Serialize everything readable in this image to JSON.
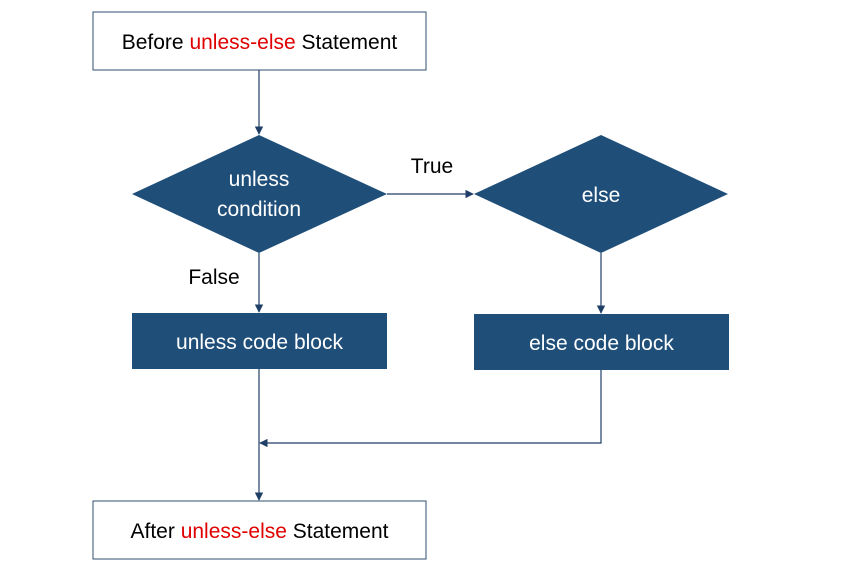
{
  "start": {
    "prefix": "Before ",
    "keyword": "unless-else",
    "suffix": " Statement"
  },
  "condition": {
    "line1": "unless",
    "line2": "condition"
  },
  "else_node": {
    "label": "else"
  },
  "unless_block": {
    "label": "unless code block"
  },
  "else_block": {
    "label": "else code block"
  },
  "end": {
    "prefix": "After ",
    "keyword": "unless-else",
    "suffix": " Statement"
  },
  "edges": {
    "true_label": "True",
    "false_label": "False"
  },
  "colors": {
    "node_fill": "#1f4e79",
    "keyword": "#e00000",
    "border": "#2f4f6f",
    "connector": "#1f3f66"
  }
}
